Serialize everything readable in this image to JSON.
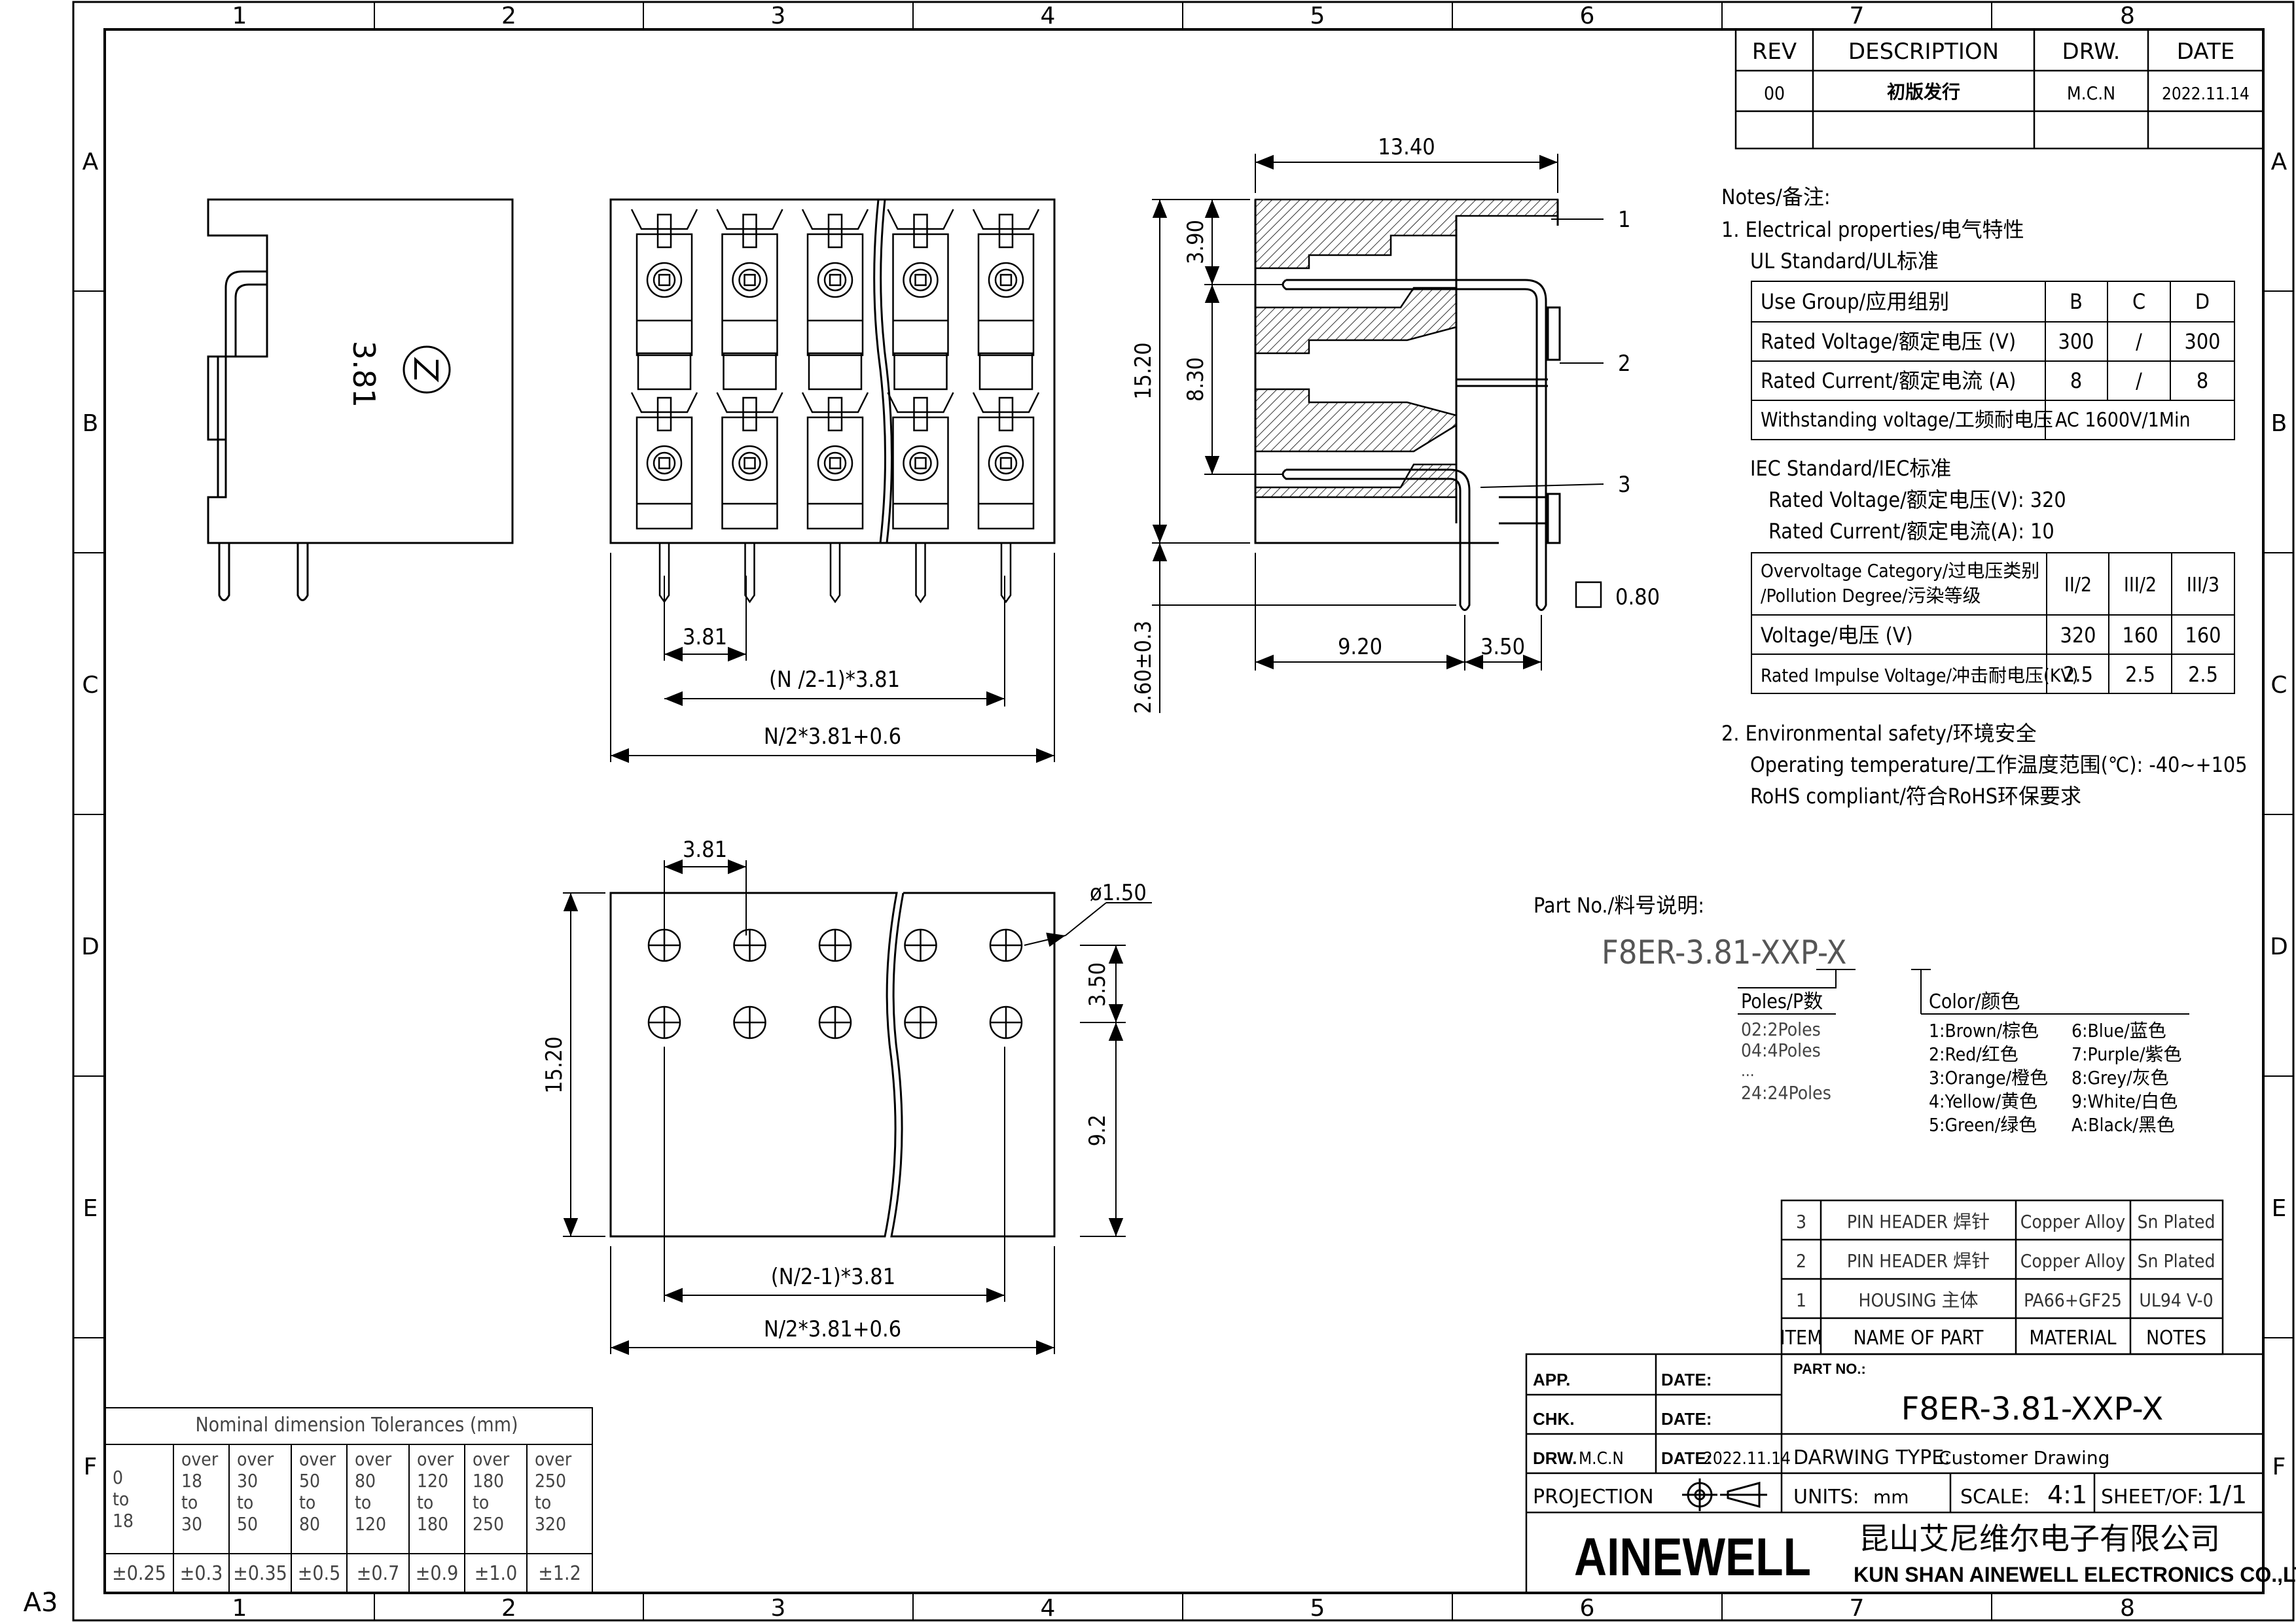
{
  "frame": {
    "col_numbers": [
      "1",
      "2",
      "3",
      "4",
      "5",
      "6",
      "7",
      "8"
    ],
    "row_letters": [
      "A",
      "B",
      "C",
      "D",
      "E",
      "F"
    ],
    "sheet_size": "A3"
  },
  "revision": {
    "headers": [
      "REV",
      "DESCRIPTION",
      "DRW.",
      "DATE"
    ],
    "rows": [
      [
        "00",
        "初版发行",
        "M.C.N",
        "2022.11.14"
      ]
    ]
  },
  "views": {
    "side": {
      "marking": "3.81"
    },
    "front": {
      "dim_pitch": "3.81",
      "dim_mid": "(N /2-1)*3.81",
      "dim_total": "N/2*3.81+0.6"
    },
    "section": {
      "dim_width": "13.40",
      "dim_top": "3.90",
      "dim_pitch_v": "8.30",
      "dim_height": "15.20",
      "dim_pin": "2.60±0.3",
      "dim_base": "9.20",
      "dim_offset": "3.50",
      "dim_square": "0.80",
      "callouts": [
        "1",
        "2",
        "3"
      ]
    },
    "pcb": {
      "dim_pitch": "3.81",
      "dim_hole": "ø1.50",
      "dim_row": "3.50",
      "dim_height": "15.20",
      "dim_edge": "9.2",
      "dim_mid": "(N/2-1)*3.81",
      "dim_total": "N/2*3.81+0.6"
    }
  },
  "notes": {
    "heading": "Notes/备注:",
    "electrical": "1. Electrical properties/电气特性",
    "ul_label": "UL Standard/UL标准",
    "ul_table": {
      "headers": [
        "Use Group/应用组别",
        "B",
        "C",
        "D"
      ],
      "rows": [
        [
          "Rated Voltage/额定电压 (V)",
          "300",
          "/",
          "300"
        ],
        [
          "Rated Current/额定电流 (A)",
          "8",
          "/",
          "8"
        ]
      ],
      "withstand_label": "Withstanding voltage/工频耐电压",
      "withstand_value": "AC 1600V/1Min"
    },
    "iec_label": "IEC Standard/IEC标准",
    "iec_voltage": "Rated Voltage/额定电压(V): 320",
    "iec_current": "Rated Current/额定电流(A): 10",
    "iec_table": {
      "header_line1": "Overvoltage Category/过电压类别",
      "header_line2": "/Pollution Degree/污染等级",
      "header_cols": [
        "II/2",
        "III/2",
        "III/3"
      ],
      "rows": [
        [
          "Voltage/电压 (V)",
          "320",
          "160",
          "160"
        ],
        [
          "Rated Impulse Voltage/冲击耐电压(KV)",
          "2.5",
          "2.5",
          "2.5"
        ]
      ]
    },
    "environment": "2. Environmental safety/环境安全",
    "operating_temp": "Operating temperature/工作温度范围(℃): -40~+105",
    "rohs": "RoHS compliant/符合RoHS环保要求"
  },
  "part_number": {
    "heading": "Part No./料号说明:",
    "code": "F8ER-3.81-XXP-X",
    "poles_label": "Poles/P数",
    "poles": [
      "02:2Poles",
      "04:4Poles",
      "...",
      "24:24Poles"
    ],
    "color_label": "Color/颜色",
    "colors_left": [
      "1:Brown/棕色",
      "2:Red/红色",
      "3:Orange/橙色",
      "4:Yellow/黄色",
      "5:Green/绿色"
    ],
    "colors_right": [
      "6:Blue/蓝色",
      "7:Purple/紫色",
      "8:Grey/灰色",
      "9:White/白色",
      "A:Black/黑色"
    ]
  },
  "bom": {
    "rows": [
      [
        "3",
        "PIN HEADER 焊针",
        "Copper Alloy",
        "Sn Plated"
      ],
      [
        "2",
        "PIN HEADER 焊针",
        "Copper Alloy",
        "Sn Plated"
      ],
      [
        "1",
        "HOUSING 主体",
        "PA66+GF25",
        "UL94 V-0"
      ]
    ],
    "headers": [
      "ITEM",
      "NAME OF PART",
      "MATERIAL",
      "NOTES"
    ]
  },
  "title_block": {
    "app": "APP.",
    "chk": "CHK.",
    "drw_label": "DRW.",
    "drw_value": "M.C.N",
    "date_label": "DATE:",
    "date_value": "2022.11.14",
    "projection": "PROJECTION",
    "part_no_label": "PART NO.:",
    "part_no": "F8ER-3.81-XXP-X",
    "drawing_type_label": "DARWING TYPE:",
    "drawing_type": "Customer Drawing",
    "units_label": "UNITS:",
    "units": "mm",
    "scale_label": "SCALE:",
    "scale": "4:1",
    "sheet_label": "SHEET/OF:",
    "sheet": "1/1",
    "logo": "AINEWELL",
    "company_cn": "昆山艾尼维尔电子有限公司",
    "company_en": "KUN SHAN AINEWELL ELECTRONICS CO.,LTD"
  },
  "tolerances": {
    "title": "Nominal dimension Tolerances (mm)",
    "ranges": [
      [
        "0",
        "to",
        "18"
      ],
      [
        "over",
        "18",
        "to",
        "30"
      ],
      [
        "over",
        "30",
        "to",
        "50"
      ],
      [
        "over",
        "50",
        "to",
        "80"
      ],
      [
        "over",
        "80",
        "to",
        "120"
      ],
      [
        "over",
        "120",
        "to",
        "180"
      ],
      [
        "over",
        "180",
        "to",
        "250"
      ],
      [
        "over",
        "250",
        "to",
        "320"
      ]
    ],
    "values": [
      "±0.25",
      "±0.3",
      "±0.35",
      "±0.5",
      "±0.7",
      "±0.9",
      "±1.0",
      "±1.2"
    ]
  }
}
